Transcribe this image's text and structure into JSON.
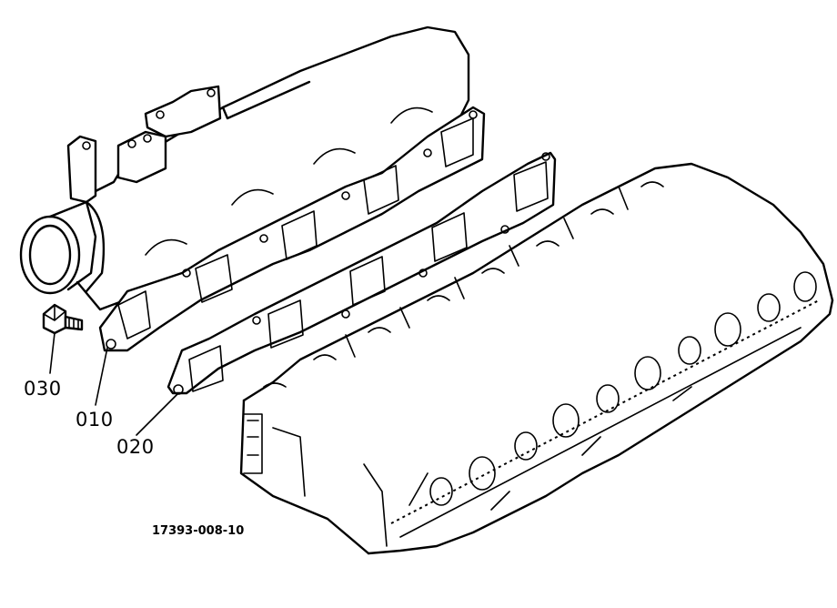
{
  "callouts": [
    {
      "id": "030",
      "label": "030"
    },
    {
      "id": "010",
      "label": "010"
    },
    {
      "id": "020",
      "label": "020"
    }
  ],
  "drawing_code": "17393-008-10",
  "colors": {
    "ink": "#000000",
    "paper": "#ffffff"
  }
}
